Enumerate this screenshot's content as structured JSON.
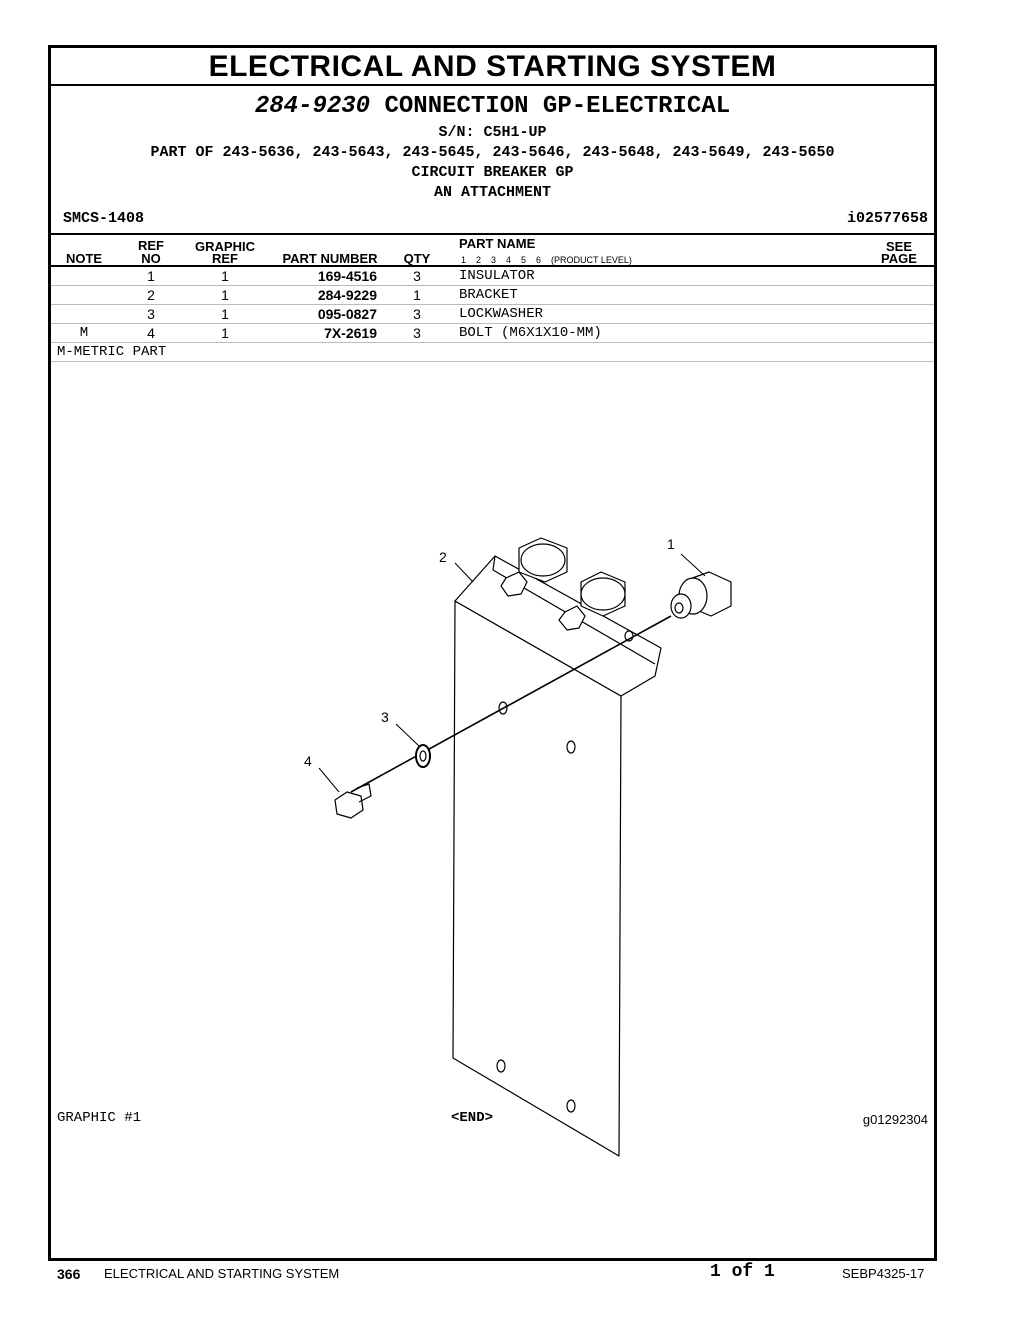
{
  "section_title": "ELECTRICAL AND STARTING SYSTEM",
  "header": {
    "part_number": "284-9230",
    "part_title": "CONNECTION GP-ELECTRICAL",
    "serial": "S/N: C5H1-UP",
    "part_of": "PART OF 243-5636, 243-5643, 243-5645, 243-5646, 243-5648, 243-5649, 243-5650",
    "group": "CIRCUIT BREAKER GP",
    "attachment": "AN ATTACHMENT",
    "smcs": "SMCS-1408",
    "doc_id": "i02577658"
  },
  "table": {
    "headers": {
      "note": "NOTE",
      "ref_top": "REF",
      "ref_bottom": "NO",
      "graphic_top": "GRAPHIC",
      "graphic_bottom": "REF",
      "part_number": "PART NUMBER",
      "qty": "QTY",
      "part_name": "PART NAME",
      "levels": "1    2    3    4    5    6    (PRODUCT LEVEL)",
      "see_top": "SEE",
      "see_bottom": "PAGE"
    },
    "rows": [
      {
        "note": "",
        "ref": "1",
        "graphic": "1",
        "part_number": "169-4516",
        "qty": "3",
        "name": "INSULATOR"
      },
      {
        "note": "",
        "ref": "2",
        "graphic": "1",
        "part_number": "284-9229",
        "qty": "1",
        "name": "BRACKET"
      },
      {
        "note": "",
        "ref": "3",
        "graphic": "1",
        "part_number": "095-0827",
        "qty": "3",
        "name": "LOCKWASHER"
      },
      {
        "note": "M",
        "ref": "4",
        "graphic": "1",
        "part_number": "7X-2619",
        "qty": "3",
        "name": "BOLT (M6X1X10-MM)"
      }
    ],
    "footnote": "M-METRIC PART"
  },
  "diagram": {
    "callouts": [
      "1",
      "2",
      "3",
      "4"
    ]
  },
  "graphic_label": "GRAPHIC #1",
  "end_label": "<END>",
  "graphic_id": "g01292304",
  "footer": {
    "page": "366",
    "title": "ELECTRICAL AND STARTING SYSTEM",
    "of": "1 of 1",
    "doc": "SEBP4325-17"
  }
}
